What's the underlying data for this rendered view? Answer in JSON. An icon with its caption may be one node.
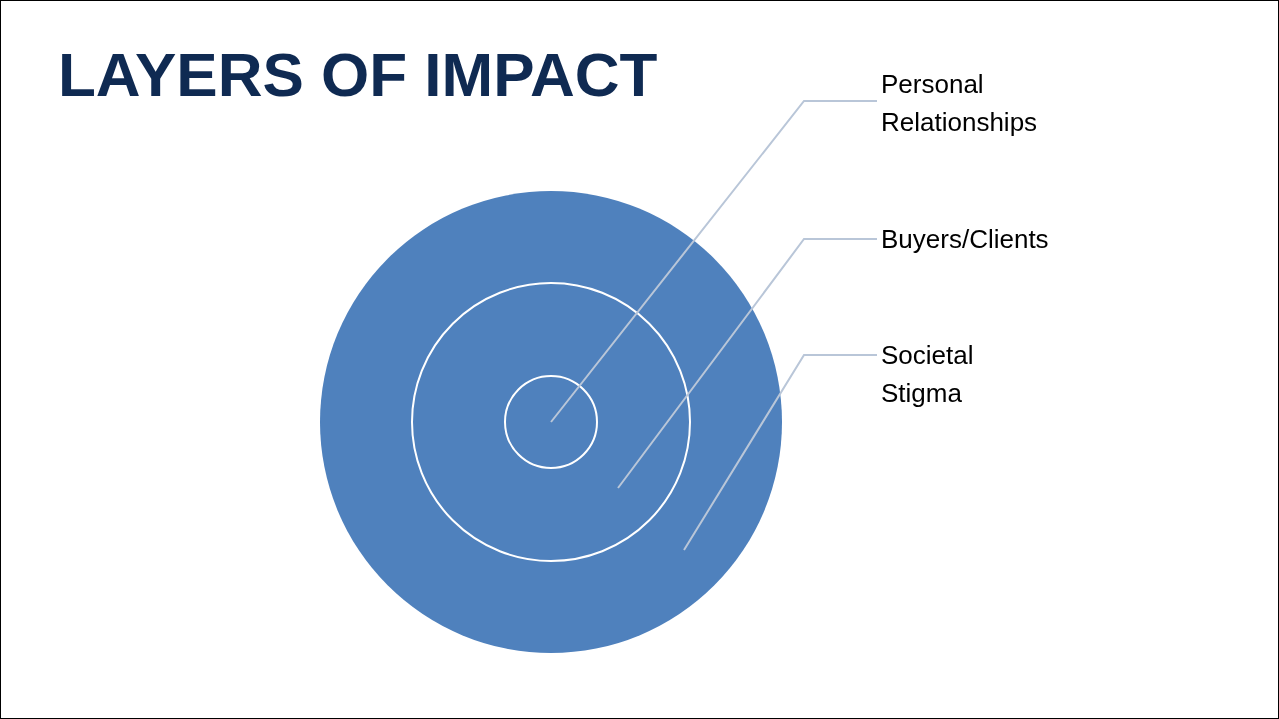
{
  "diagram": {
    "title": "LAYERS OF IMPACT",
    "nodes": [
      {
        "text": [],
        "shape": "circle"
      },
      {
        "text": [],
        "shape": "circle",
        "in": 0
      },
      {
        "text": [],
        "shape": "circle",
        "in": 1
      },
      {
        "text": [
          "Personal Relationships"
        ]
      },
      {
        "text": [
          "Buyers/Clients"
        ]
      },
      {
        "text": [
          "Societal Stigma"
        ]
      }
    ],
    "edges": [
      {
        "from": 3,
        "to": 2,
        "arrow": "none"
      },
      {
        "from": 4,
        "to": 1,
        "arrow": "none"
      },
      {
        "from": 5,
        "to": 0,
        "arrow": "none"
      }
    ]
  }
}
